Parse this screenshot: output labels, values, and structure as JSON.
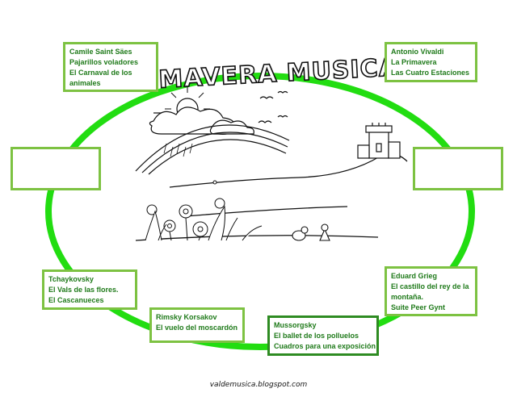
{
  "title": "PRIMAVERA MUSICAL",
  "colors": {
    "ring": "#22dd11",
    "box_border": "#7dc242",
    "box_border_dark": "#2e8b22",
    "text": "#1f7a1a"
  },
  "boxes": {
    "saint_saens": [
      "Camile Saint Säes",
      "Pajarillos voladores",
      "El Carnaval de los",
      "animales"
    ],
    "vivaldi": [
      "Antonio Vivaldi",
      "La Primavera",
      "Las Cuatro Estaciones"
    ],
    "left_empty": [],
    "right_empty": [],
    "tchaikovsky": [
      "Tchaykovsky",
      "El Vals de las flores.",
      "El Cascanueces"
    ],
    "grieg": [
      "Eduard Grieg",
      "El castillo del rey de la",
      "montaña.",
      "Suite Peer Gynt"
    ],
    "rimsky": [
      "Rimsky Korsakov",
      "El vuelo del moscardón"
    ],
    "mussorgsky": [
      "Mussorgsky",
      "El ballet de los polluelos",
      "Cuadros para una exposición"
    ]
  },
  "footer": "valdemusica.blogspot.com"
}
